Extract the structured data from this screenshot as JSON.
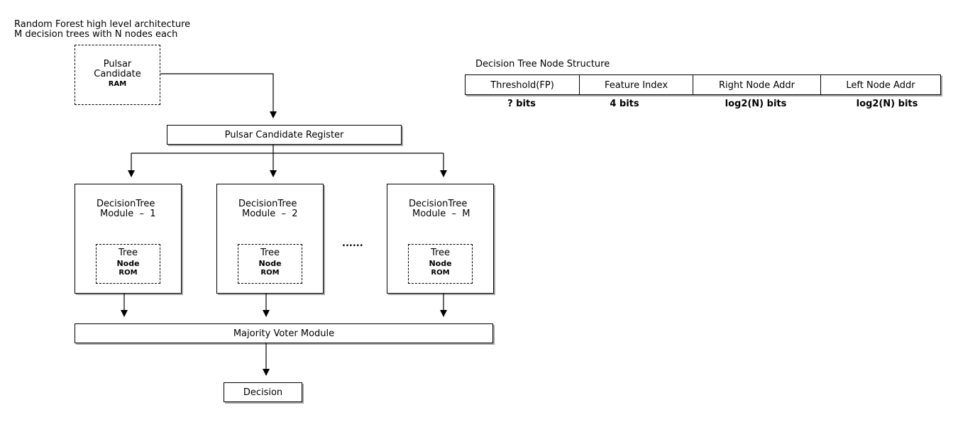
{
  "title": {
    "line1": "Random Forest high level architecture",
    "line2": "M decision trees with N nodes each"
  },
  "ram_box": {
    "line1": "Pulsar",
    "line2": "Candidate",
    "line3": "RAM"
  },
  "register": {
    "label": "Pulsar Candidate Register"
  },
  "tree_modules": [
    {
      "line1": "DecisionTree",
      "line2": "Module  –  1",
      "rom": {
        "line1": "Tree",
        "line2": "Node",
        "line3": "ROM"
      }
    },
    {
      "line1": "DecisionTree",
      "line2": "Module  –  2",
      "rom": {
        "line1": "Tree",
        "line2": "Node",
        "line3": "ROM"
      }
    },
    {
      "line1": "DecisionTree",
      "line2": "Module  –  M",
      "rom": {
        "line1": "Tree",
        "line2": "Node",
        "line3": "ROM"
      }
    }
  ],
  "ellipsis": "......",
  "voter": {
    "label": "Majority Voter Module"
  },
  "decision": {
    "label": "Decision"
  },
  "node_structure": {
    "title": "Decision Tree Node Structure",
    "fields": [
      {
        "name": "Threshold(FP)",
        "bits": "? bits"
      },
      {
        "name": "Feature Index",
        "bits": "4 bits"
      },
      {
        "name": "Right Node Addr",
        "bits": "log2(N) bits"
      },
      {
        "name": "Left Node Addr",
        "bits": "log2(N) bits"
      }
    ]
  }
}
